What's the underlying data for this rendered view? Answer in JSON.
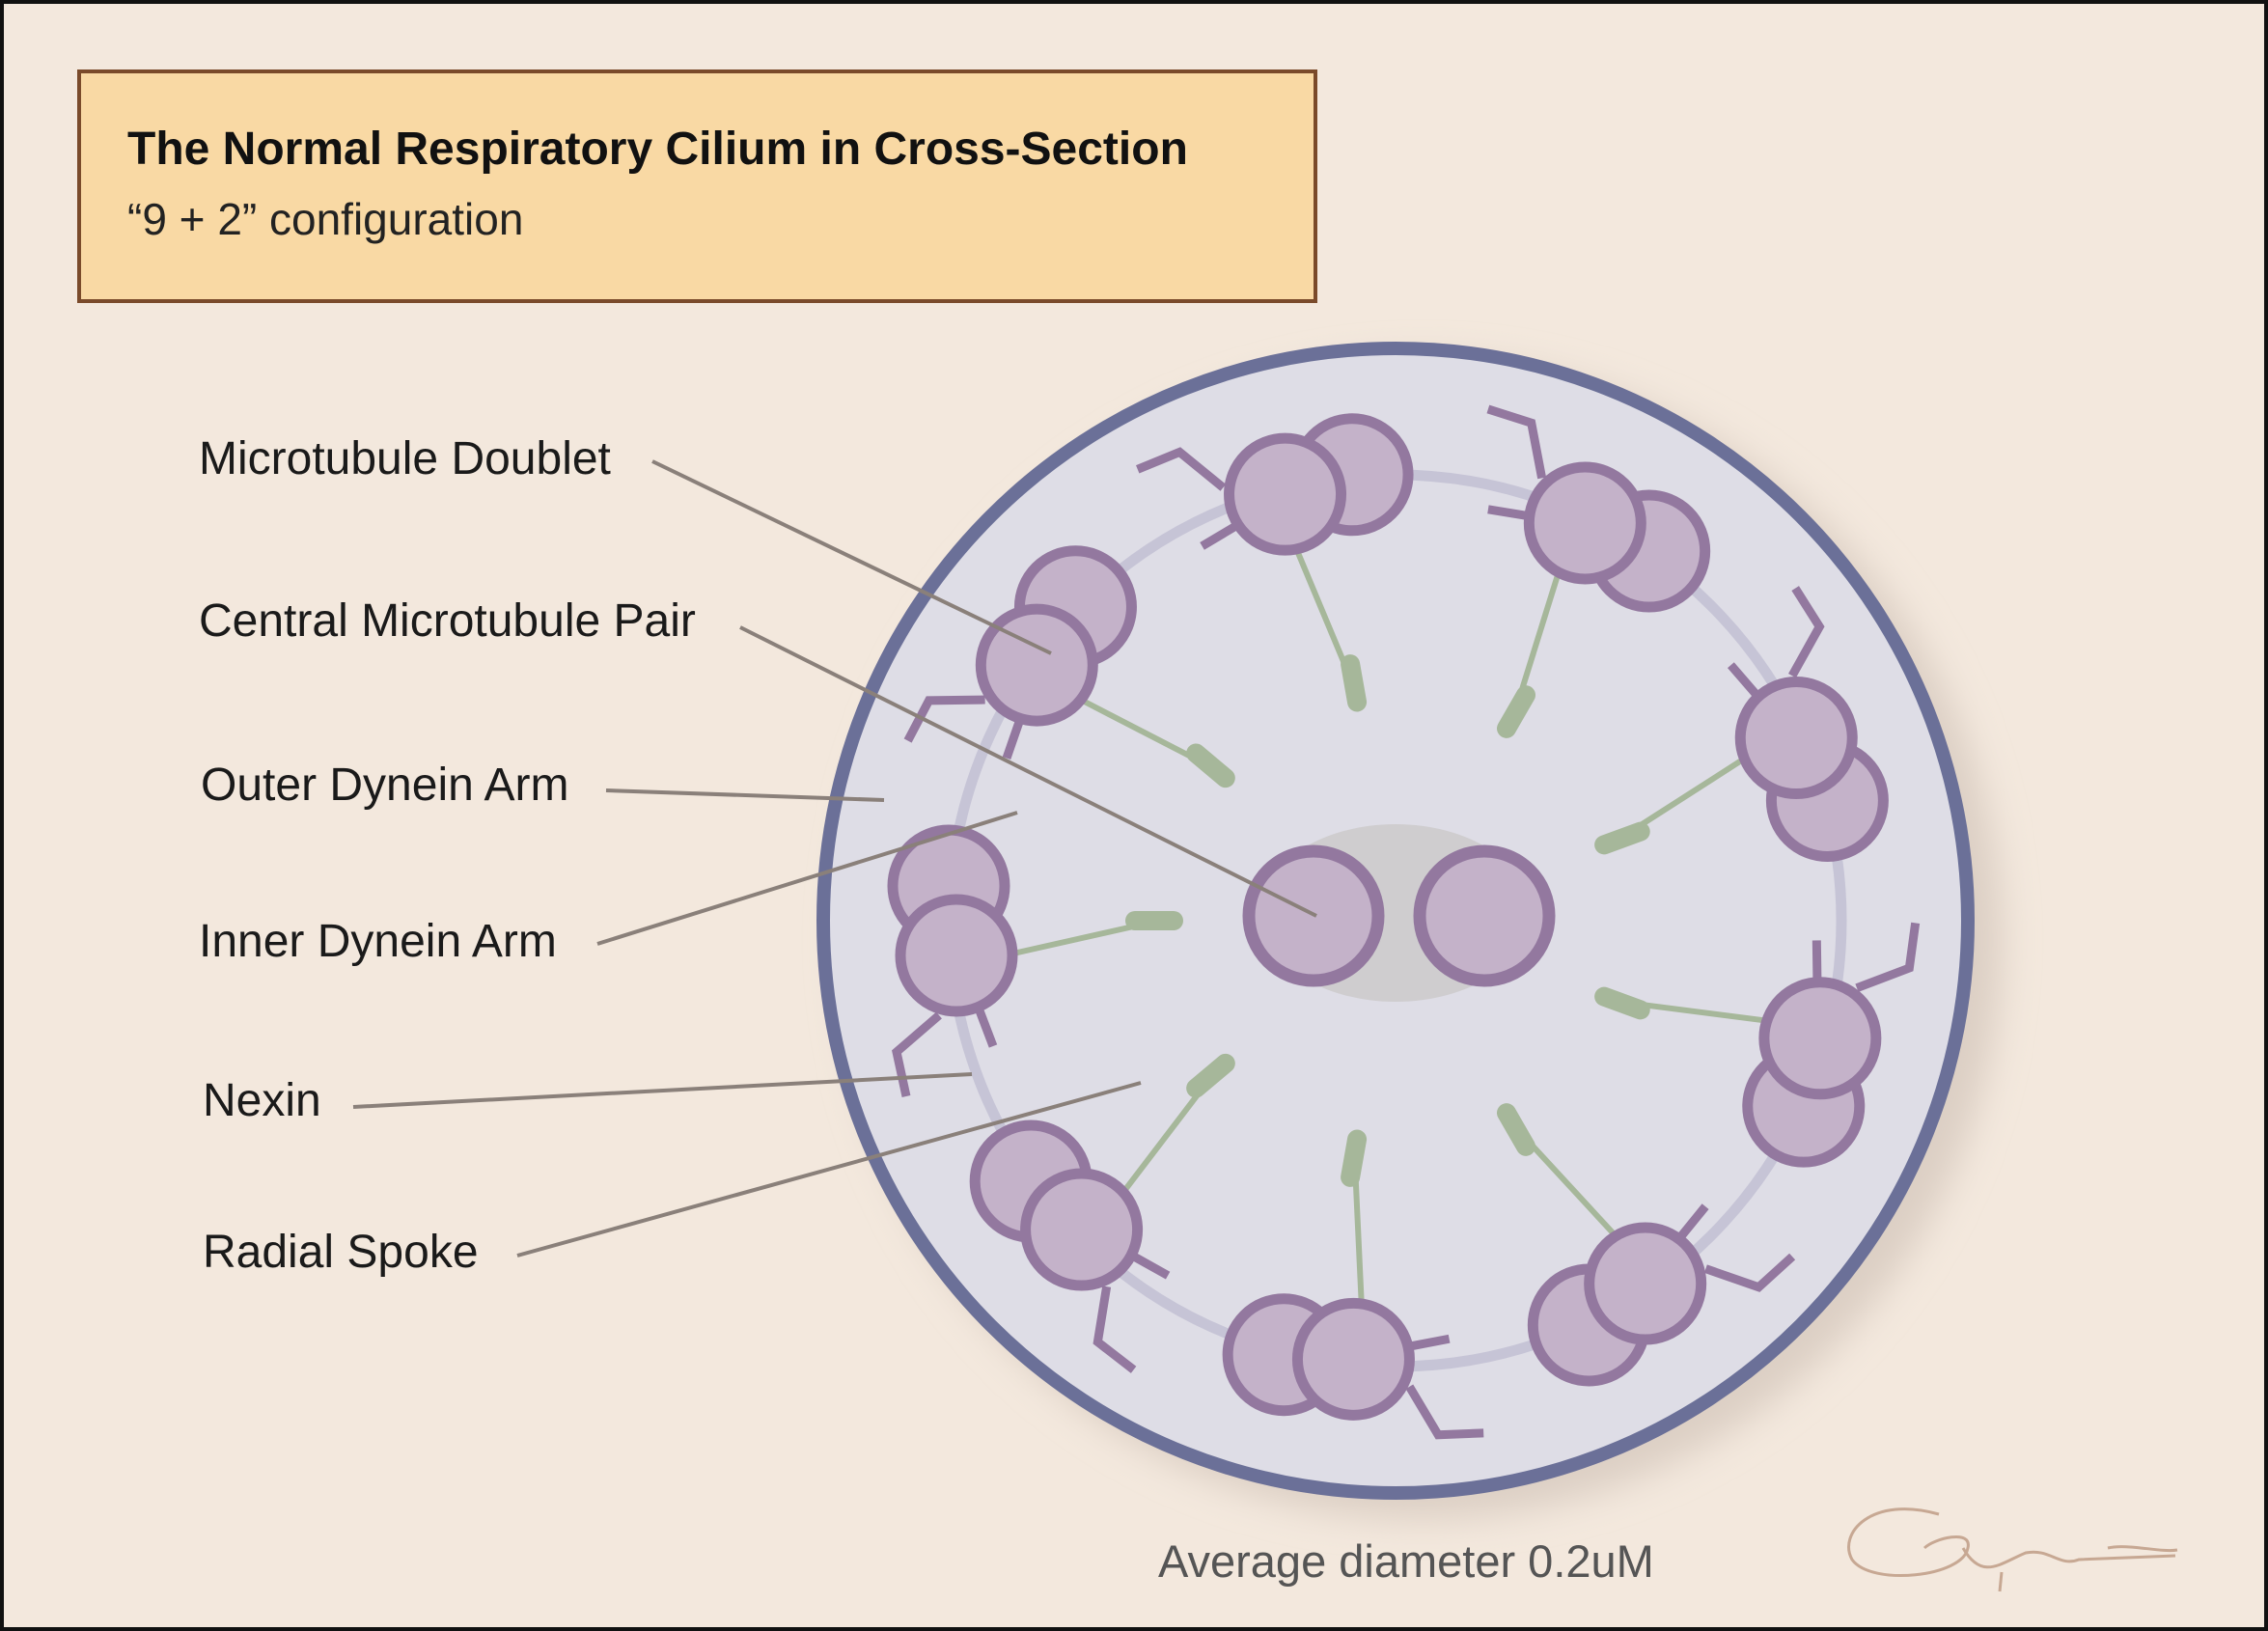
{
  "header": {
    "title": "The Normal Respiratory Cilium in Cross-Section",
    "subtitle": "“9 + 2” configuration"
  },
  "labels": {
    "microtubule_doublet": "Microtubule Doublet",
    "central_pair": "Central Microtubule Pair",
    "outer_dynein_arm": "Outer Dynein Arm",
    "inner_dynein_arm": "Inner Dynein Arm",
    "nexin": "Nexin",
    "radial_spoke": "Radial Spoke"
  },
  "caption": "Average diameter 0.2uM",
  "colors": {
    "background": "#f3e8dd",
    "title_box": "#f9d9a4",
    "membrane": "#6b7098",
    "cilium_fill": "#dedde6",
    "doublet_fill": "#c4b2c9",
    "doublet_stroke": "#93789f",
    "spoke": "#a6b79a",
    "leader_line": "#8a807a"
  },
  "signature_icon": "artist-signature-icon"
}
